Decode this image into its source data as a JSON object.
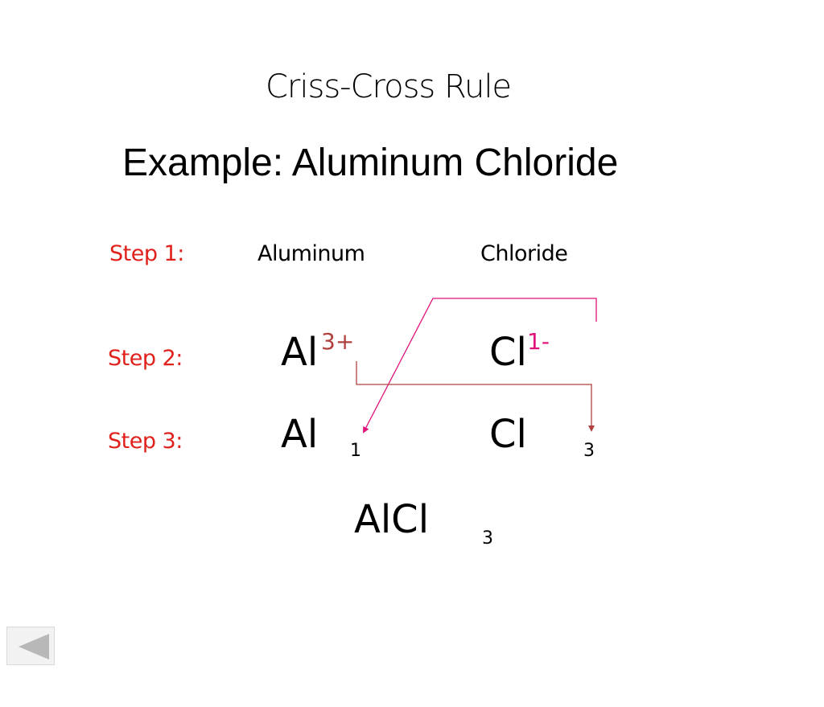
{
  "slide": {
    "title": "Criss-Cross Rule",
    "subtitle": "Example:  Aluminum Chloride",
    "step1": {
      "label": "Step 1:",
      "cation_name": "Aluminum",
      "anion_name": "Chloride"
    },
    "step2": {
      "label": "Step 2:",
      "cation_symbol": "Al",
      "cation_charge": "3+",
      "anion_symbol": "Cl",
      "anion_charge": "1-"
    },
    "step3": {
      "label": "Step 3:",
      "cation_symbol": "Al",
      "cation_subscript": "1",
      "anion_symbol": "Cl",
      "anion_subscript": "3"
    },
    "result": {
      "formula": "AlCl",
      "subscript": "3"
    }
  },
  "colors": {
    "step_label": "#e0211b",
    "cation_charge": "#b0413e",
    "anion_charge": "#e0137a",
    "arrow_to_cation": "#e0137a",
    "arrow_to_anion": "#b0413e"
  },
  "navigation": {
    "previous_icon": "triangle-left-icon"
  }
}
